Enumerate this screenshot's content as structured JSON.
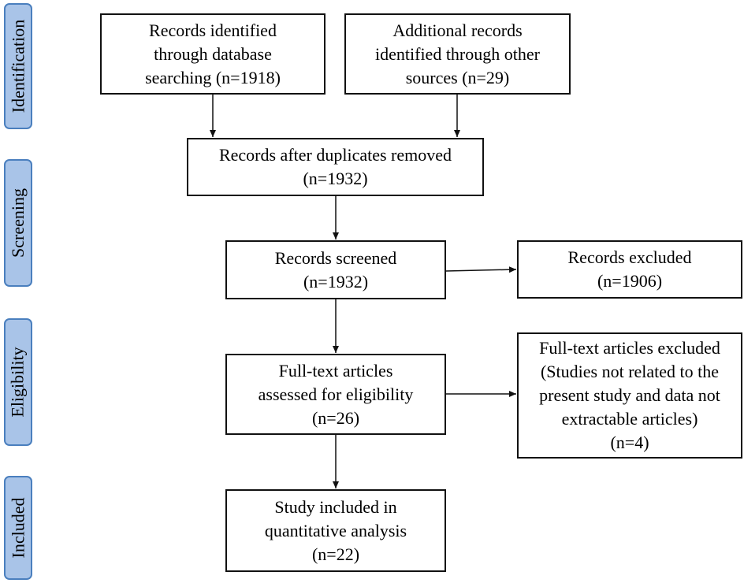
{
  "phases": [
    "Identification",
    "Screening",
    "Eligibility",
    "Included"
  ],
  "boxes": {
    "database": [
      "Records identified",
      "through database",
      "searching (n=1918)"
    ],
    "other": [
      "Additional records",
      "identified through other",
      "sources (n=29)"
    ],
    "duplicates": [
      "Records after duplicates removed",
      "(n=1932)"
    ],
    "screened": [
      "Records screened",
      "(n=1932)"
    ],
    "excluded": [
      "Records excluded",
      "(n=1906)"
    ],
    "fulltext": [
      "Full-text articles",
      "assessed for eligibility",
      "(n=26)"
    ],
    "fulltext_excluded": [
      "Full-text articles excluded",
      "(Studies not related to the",
      "present study and data not",
      "extractable articles)",
      "(n=4)"
    ],
    "included": [
      "Study included in",
      "quantitative analysis",
      "(n=22)"
    ]
  },
  "colors": {
    "phase_fill": "#a9c4e8",
    "phase_border": "#4a7fbe",
    "box_border": "#111111",
    "arrow": "#111111"
  }
}
